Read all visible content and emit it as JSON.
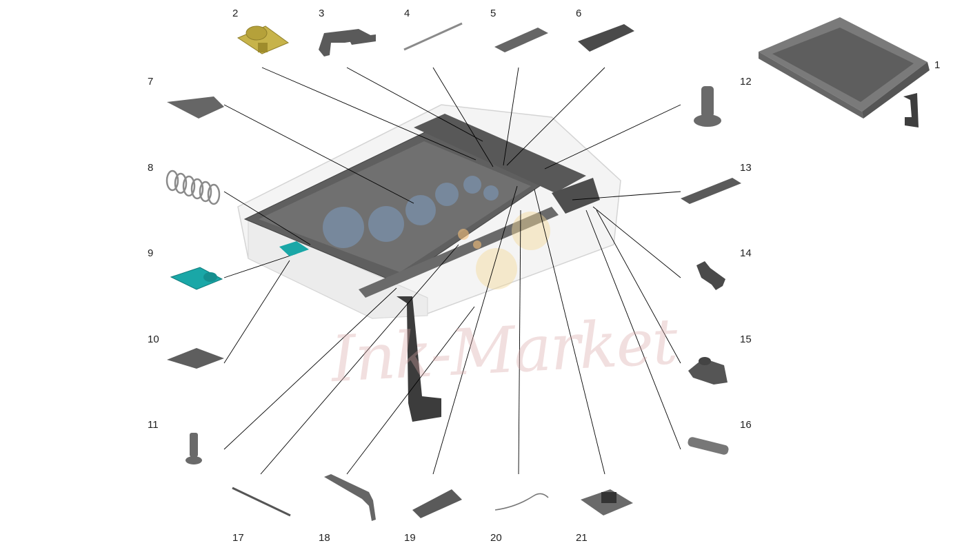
{
  "labels": {
    "n1": "1",
    "n2": "2",
    "n3": "3",
    "n4": "4",
    "n5": "5",
    "n6": "6",
    "n7": "7",
    "n8": "8",
    "n9": "9",
    "n10": "10",
    "n11": "11",
    "n12": "12",
    "n13": "13",
    "n14": "14",
    "n15": "15",
    "n16": "16",
    "n17": "17",
    "n18": "18",
    "n19": "19",
    "n20": "20",
    "n21": "21"
  },
  "watermark": "Ink-Market",
  "colors": {
    "part_gray": "#6f6f6f",
    "part_dark": "#4b4b4b",
    "part_light": "#9a9a9a",
    "housing": "#eaeaea",
    "accent_teal": "#1aa7a7",
    "accent_gold": "#c7b34a",
    "line": "#000000"
  }
}
